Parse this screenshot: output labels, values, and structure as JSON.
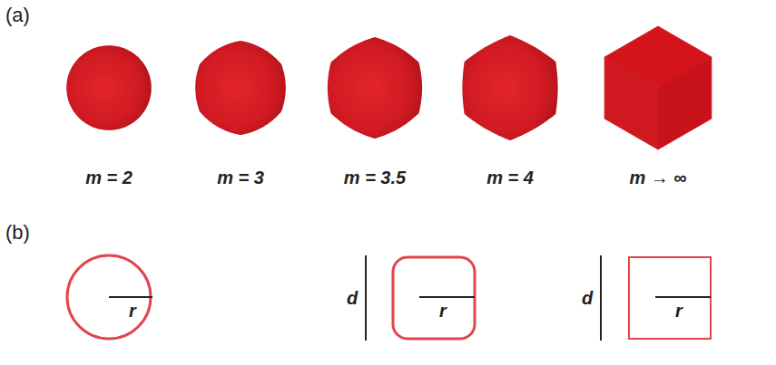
{
  "diagram": {
    "labels": [
      "(a)",
      "m = 2",
      "m = 3",
      "m = 3.5",
      "m = 4",
      "m → ∞",
      "(b)",
      "r",
      "d",
      "r",
      "d",
      "r"
    ]
  }
}
